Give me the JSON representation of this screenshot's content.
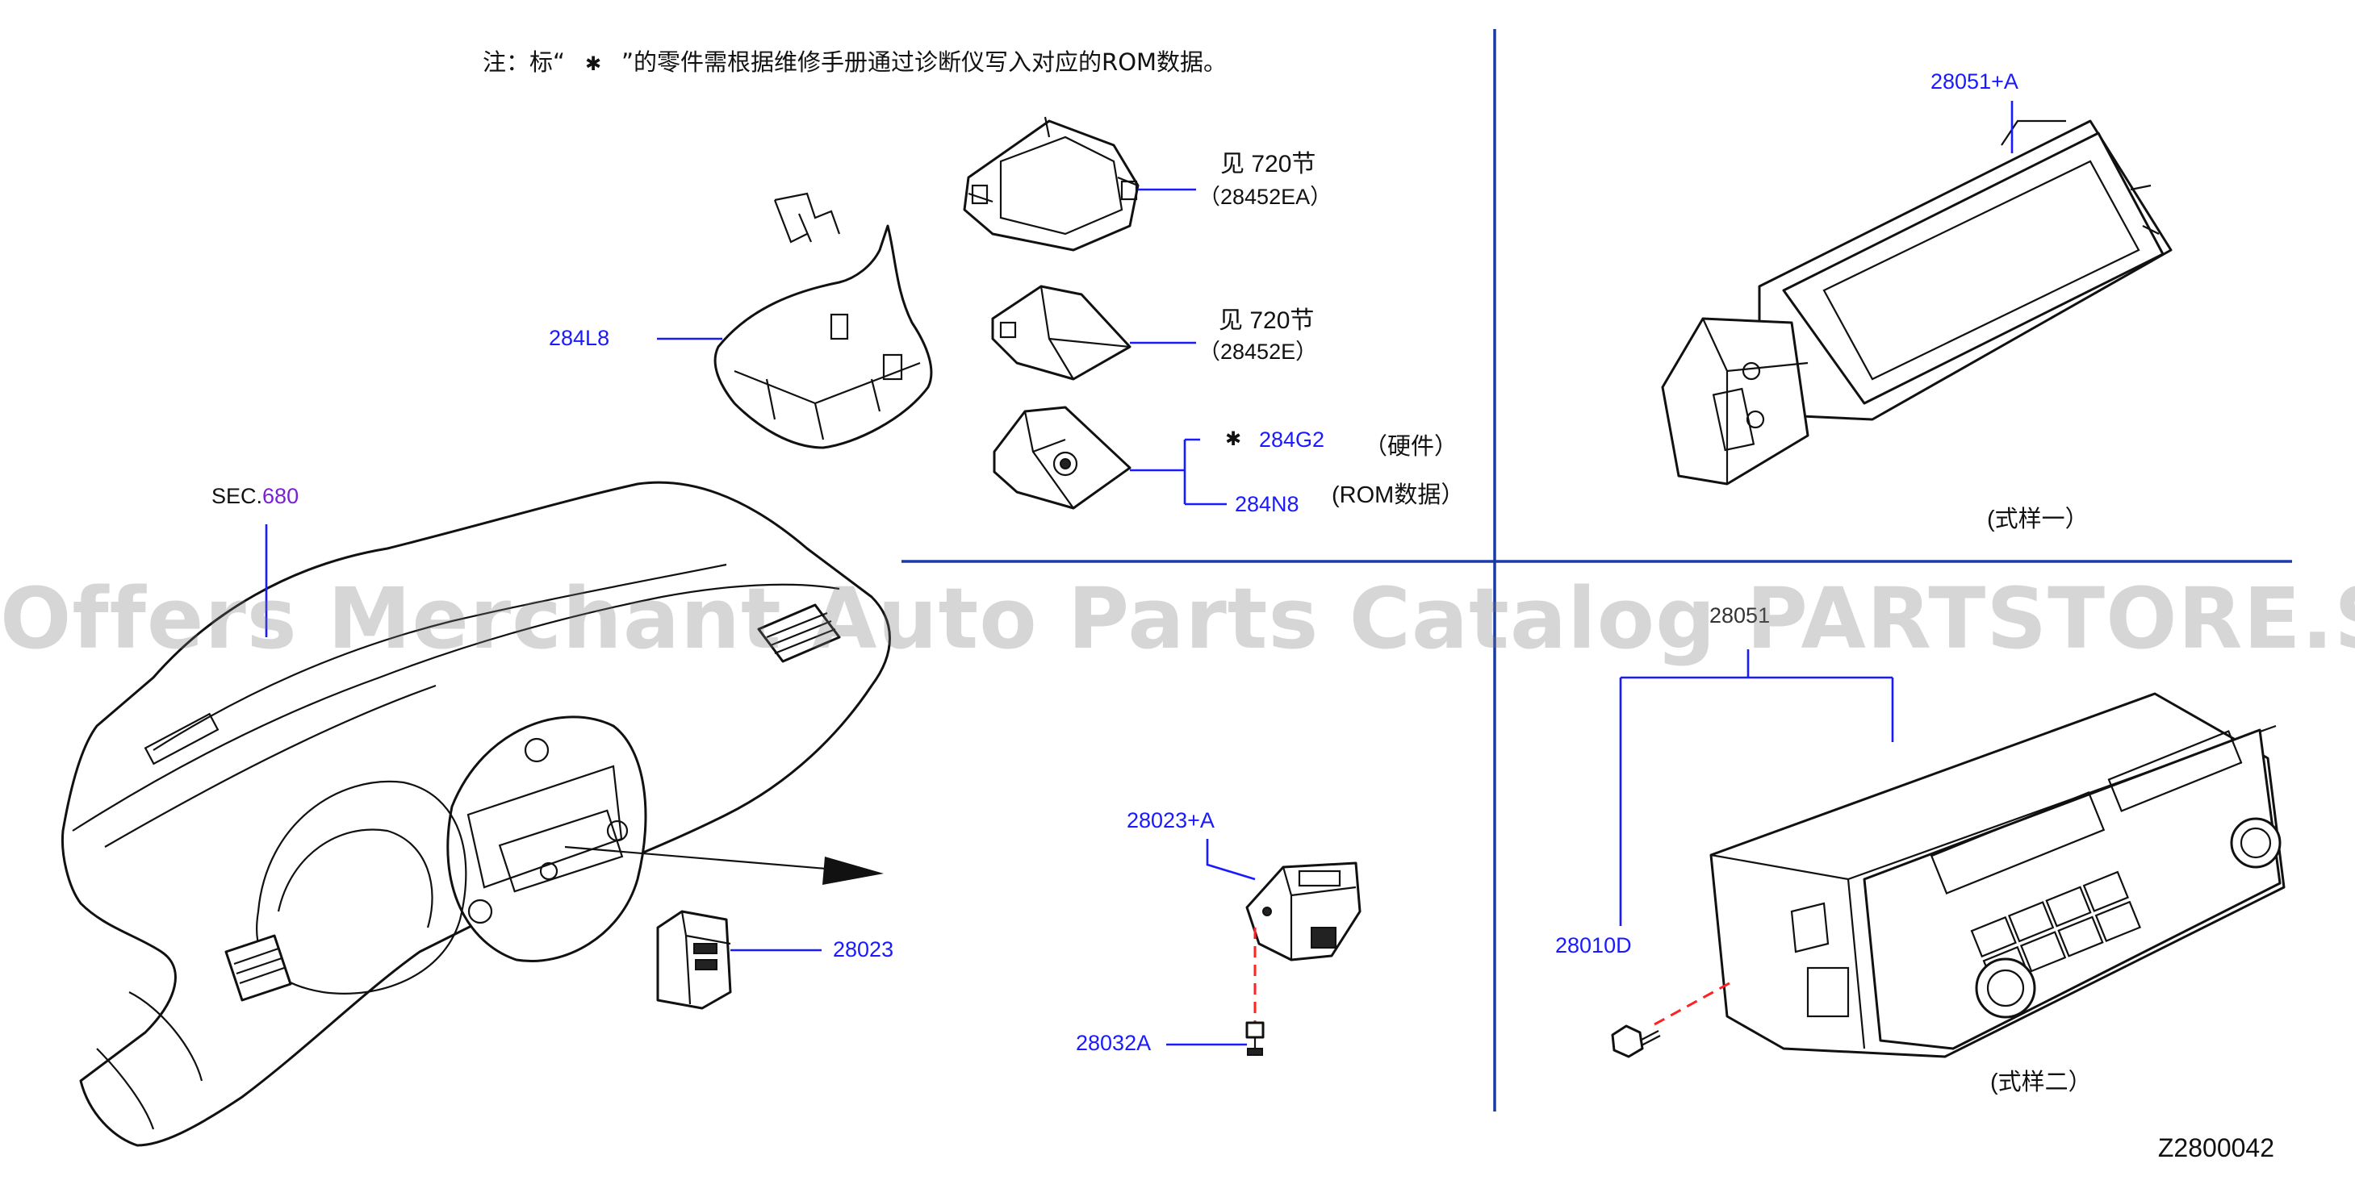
{
  "note": {
    "prefix": "注：标“",
    "mark": "✱",
    "suffix": "”的零件需根据维修手册通过诊断仪写入对应的ROM数据。"
  },
  "callouts": {
    "sec_prefix": "SEC.",
    "sec_number": "680",
    "bracket_label": "284L8",
    "see_section_1": "见 720节",
    "see_section_1_part": "（28452EA）",
    "see_section_2": "见 720节",
    "see_section_2_part": "（28452E）",
    "rom_mark": "✱",
    "part_284G2": "284G2",
    "hardware_note": "（硬件）",
    "part_284N8": "284N8",
    "rom_data_note": "(ROM数据）",
    "part_28023": "28023",
    "part_28023A": "28023+A",
    "part_28032A": "28032A",
    "part_28051A": "28051+A",
    "style_one": "(式样一）",
    "part_28051_obscured": "28051",
    "part_28010D": "28010D",
    "style_two": "(式样二）"
  },
  "watermark": "Offers Merchant Auto Parts Catalog PARTSTORE.SA",
  "diagram_code": "Z2800042",
  "colors": {
    "callout": "#1a1aff",
    "section_ref": "#7a1fd6",
    "divider": "#1a3aa8",
    "fastener_dash": "#ff2222"
  }
}
